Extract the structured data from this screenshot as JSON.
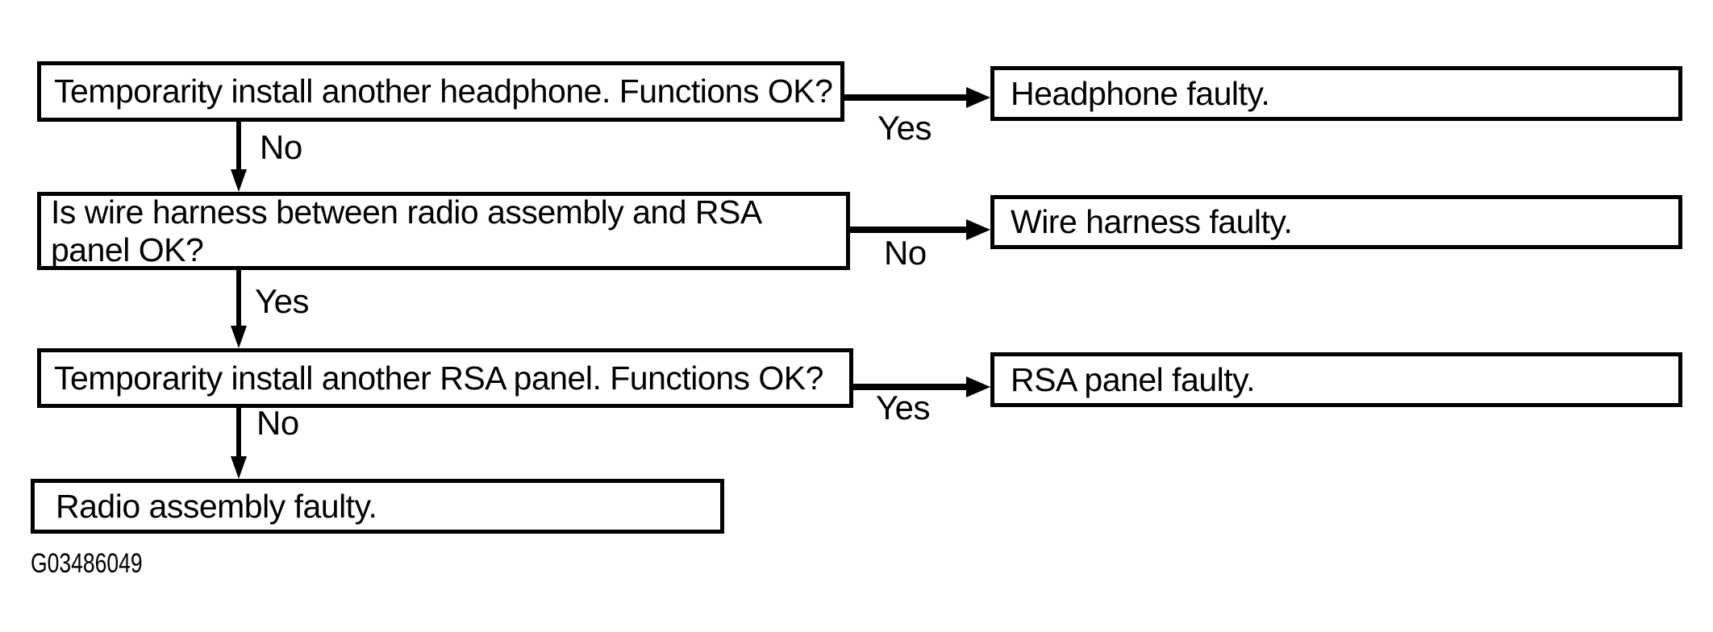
{
  "figure": {
    "caption": "G03486049",
    "ink_color": "#000000",
    "background_color": "#ffffff"
  },
  "flowchart": {
    "nodes": {
      "q1": {
        "text": "Temporarity install another headphone. Functions OK?"
      },
      "q2": {
        "text_line1": "Is wire harness between radio assembly and RSA",
        "text_line2": "panel OK?"
      },
      "q3": {
        "text": "Temporarity install another RSA panel. Functions OK?"
      },
      "result_headphone": {
        "text": "Headphone faulty."
      },
      "result_harness": {
        "text": "Wire harness faulty."
      },
      "result_rsa": {
        "text": "RSA panel faulty."
      },
      "result_radio": {
        "text": "Radio assembly faulty."
      }
    },
    "edges": {
      "q1_yes": {
        "label": "Yes",
        "from": "q1",
        "to": "result_headphone",
        "direction": "right"
      },
      "q1_no": {
        "label": "No",
        "from": "q1",
        "to": "q2",
        "direction": "down"
      },
      "q2_no": {
        "label": "No",
        "from": "q2",
        "to": "result_harness",
        "direction": "right"
      },
      "q2_yes": {
        "label": "Yes",
        "from": "q2",
        "to": "q3",
        "direction": "down"
      },
      "q3_yes": {
        "label": "Yes",
        "from": "q3",
        "to": "result_rsa",
        "direction": "right"
      },
      "q3_no": {
        "label": "No",
        "from": "q3",
        "to": "result_radio",
        "direction": "down"
      }
    }
  }
}
